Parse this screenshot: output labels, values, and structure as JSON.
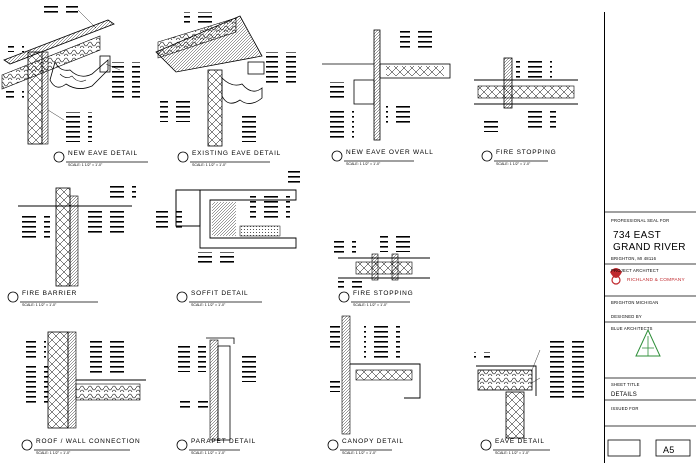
{
  "sheet": {
    "details": [
      {
        "num": "",
        "title": "NEW EAVE DETAIL",
        "scale": "SCALE: 1 1/2\" = 1'-0\""
      },
      {
        "num": "",
        "title": "EXISTING EAVE DETAIL",
        "scale": "SCALE: 1 1/2\" = 1'-0\""
      },
      {
        "num": "",
        "title": "NEW EAVE OVER WALL",
        "scale": "SCALE: 1 1/2\" = 1'-0\""
      },
      {
        "num": "",
        "title": "FIRE STOPPING",
        "scale": "SCALE: 1 1/2\" = 1'-0\""
      },
      {
        "num": "",
        "title": "FIRE BARRIER",
        "scale": "SCALE: 1 1/2\" = 1'-0\""
      },
      {
        "num": "",
        "title": "SOFFIT DETAIL",
        "scale": "SCALE: 1 1/2\" = 1'-0\""
      },
      {
        "num": "",
        "title": "FIRE STOPPING",
        "scale": "SCALE: 1 1/2\" = 1'-0\""
      },
      {
        "num": "",
        "title": "ROOF / WALL CONNECTION",
        "scale": "SCALE: 1 1/2\" = 1'-0\""
      },
      {
        "num": "",
        "title": "PARAPET DETAIL",
        "scale": "SCALE: 1 1/2\" = 1'-0\""
      },
      {
        "num": "",
        "title": "CANOPY DETAIL",
        "scale": "SCALE: 1 1/2\" = 1'-0\""
      },
      {
        "num": "",
        "title": "EAVE DETAIL",
        "scale": "SCALE: 1 1/2\" = 1'-0\""
      }
    ]
  },
  "titleblock": {
    "project_label": "PROFESSIONAL SEAL FOR",
    "project_name_1": "734 EAST",
    "project_name_2": "GRAND RIVER",
    "project_city": "BRIGHTON, MI 48116",
    "architect_label": "PROJECT ARCHITECT",
    "architect_name": "RICHLAND & COMPANY",
    "architect_address": "BRIGHTON MICHIGAN",
    "designer_label": "DESIGNED BY",
    "designer_name": "BLUE ARCHITECTS",
    "sheet_label": "SHEET TITLE",
    "sheet_title": "DETAILS",
    "notes_label": "ISSUED FOR",
    "sheet_number": "A5"
  },
  "colors": {
    "ink": "#000000",
    "logo_red": "#c0282d",
    "logo_green": "#2f8f3a"
  }
}
